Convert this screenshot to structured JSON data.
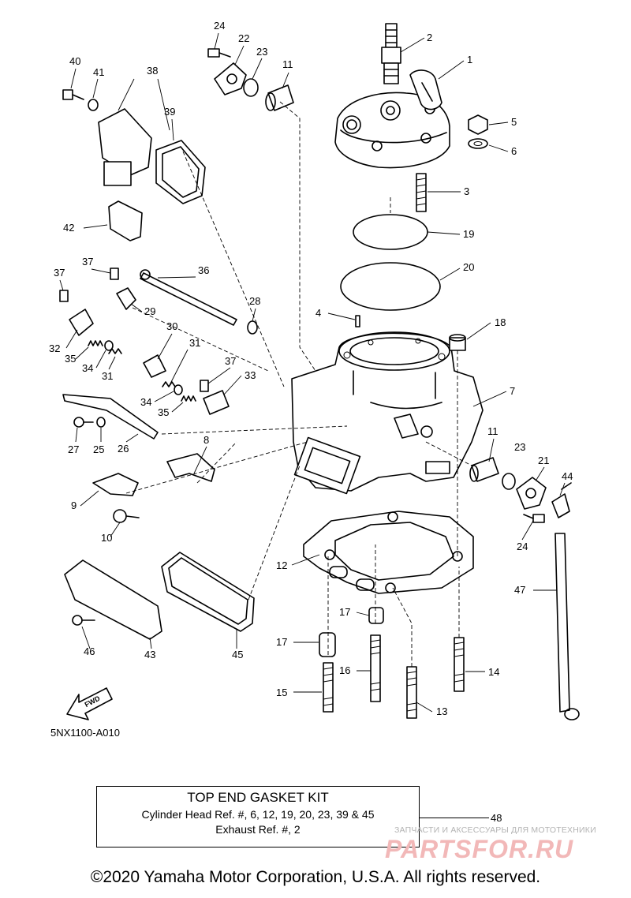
{
  "diagram": {
    "diagram_code": "5NX1100-A010",
    "fwd_arrow_label": "FWD",
    "callouts": [
      "1",
      "2",
      "3",
      "4",
      "5",
      "6",
      "7",
      "8",
      "9",
      "10",
      "11",
      "11",
      "12",
      "13",
      "14",
      "15",
      "16",
      "17",
      "17",
      "18",
      "19",
      "20",
      "21",
      "22",
      "23",
      "23",
      "24",
      "24",
      "25",
      "26",
      "27",
      "28",
      "29",
      "30",
      "31",
      "31",
      "32",
      "33",
      "34",
      "34",
      "35",
      "35",
      "36",
      "37",
      "37",
      "37",
      "38",
      "39",
      "40",
      "41",
      "42",
      "43",
      "44",
      "45",
      "46",
      "47"
    ]
  },
  "kit_box": {
    "title": "TOP END GASKET KIT",
    "line1": "Cylinder Head Ref. #, 6, 12, 19, 20, 23, 39 & 45",
    "line2": "Exhaust Ref. #, 2",
    "ref": "48"
  },
  "watermark": {
    "subtitle": "ЗАПЧАСТИ И АКСЕССУАРЫ ДЛЯ МОТОТЕХНИКИ",
    "logo": "PARTSFOR.RU"
  },
  "footer": {
    "copyright": "©2020 Yamaha Motor Corporation, U.S.A. All rights reserved."
  }
}
